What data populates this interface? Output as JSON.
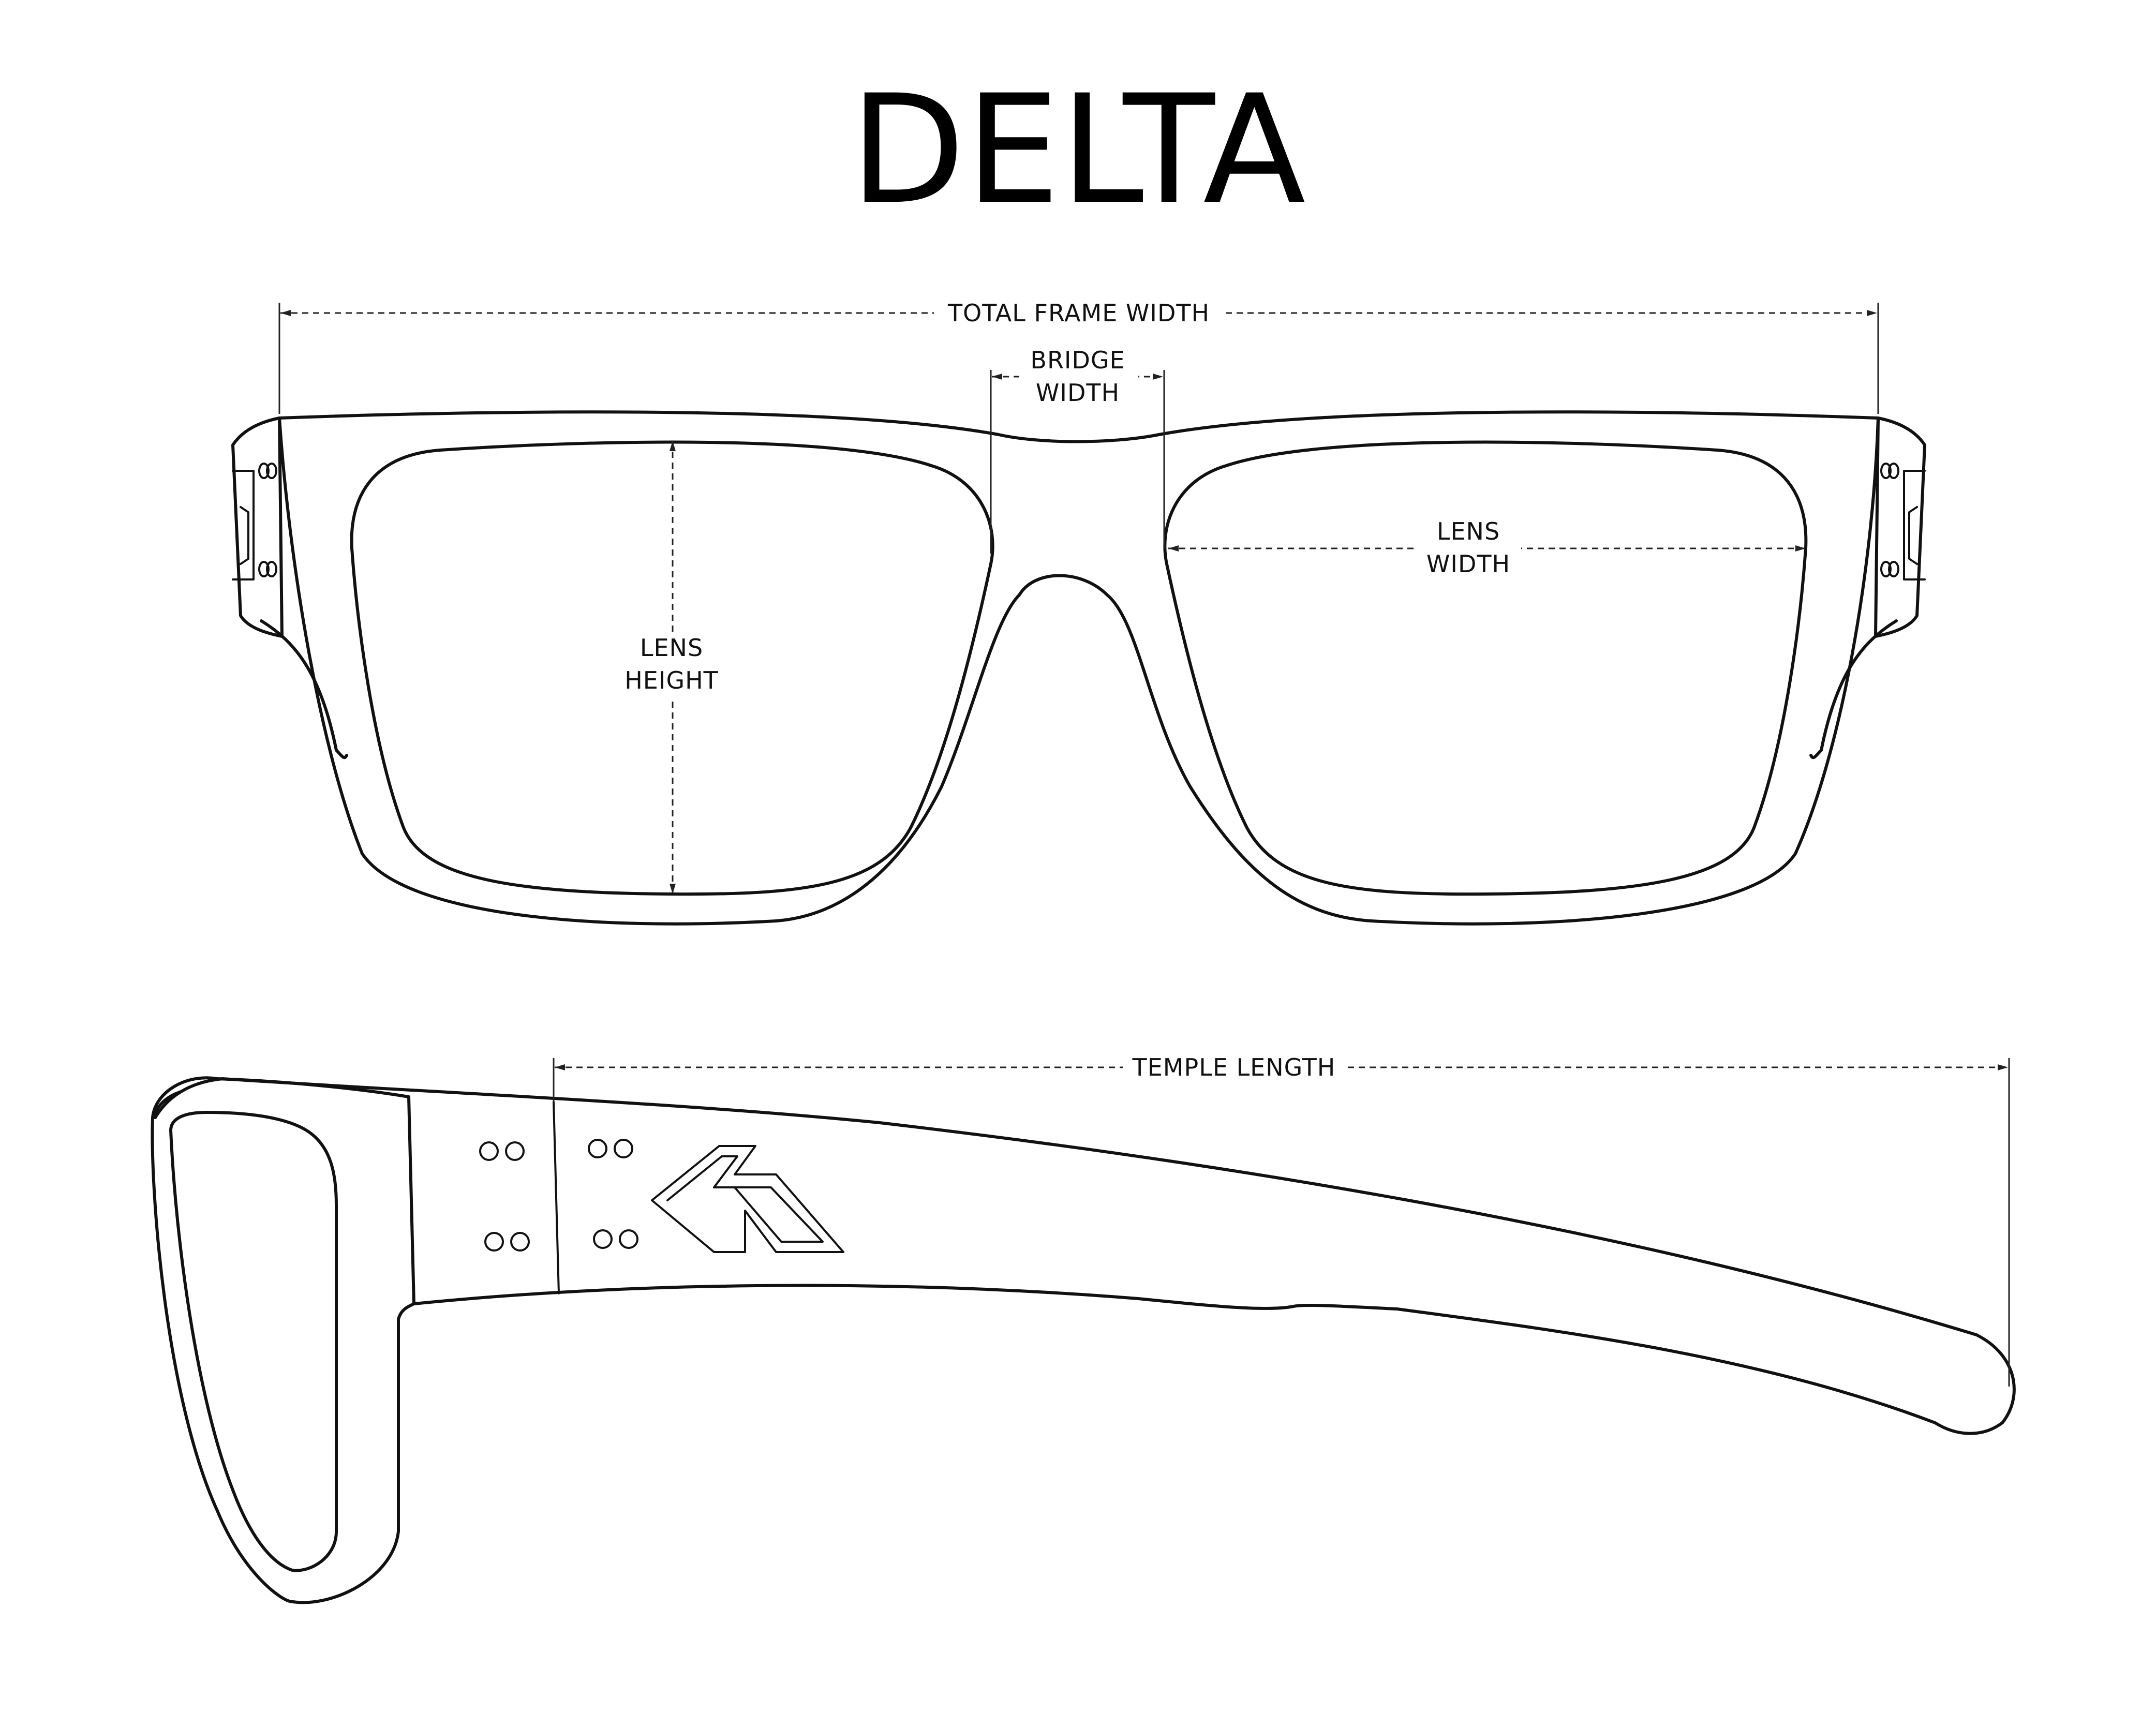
{
  "title": "DELTA",
  "labels": {
    "total_frame_width": "TOTAL FRAME WIDTH",
    "bridge_width_line1": "BRIDGE",
    "bridge_width_line2": "WIDTH",
    "lens_width_line1": "LENS",
    "lens_width_line2": "WIDTH",
    "lens_height_line1": "LENS",
    "lens_height_line2": "HEIGHT",
    "temple_length": "TEMPLE LENGTH"
  },
  "colors": {
    "line": "#111111",
    "background": "#ffffff"
  },
  "icons": {
    "logo": "chevron-h-logo"
  }
}
